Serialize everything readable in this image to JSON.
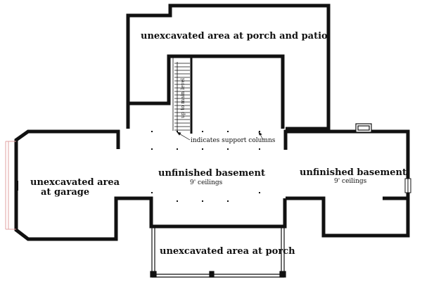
{
  "labels": {
    "porch_patio": "unexcavated area at porch and patio",
    "stairs": "up to main level",
    "support_columns": "indicates support columns",
    "garage_line1": "unexcavated area",
    "garage_line2": "at garage",
    "basement_center": "unfinished basement",
    "basement_center_ceiling": "9' ceilings",
    "basement_right": "unfinished basement",
    "basement_right_ceiling": "9' ceilings",
    "porch_bottom": "unexcavated area at porch"
  },
  "colors": {
    "wall": "#111111",
    "window_red": "#e0a0a0"
  }
}
